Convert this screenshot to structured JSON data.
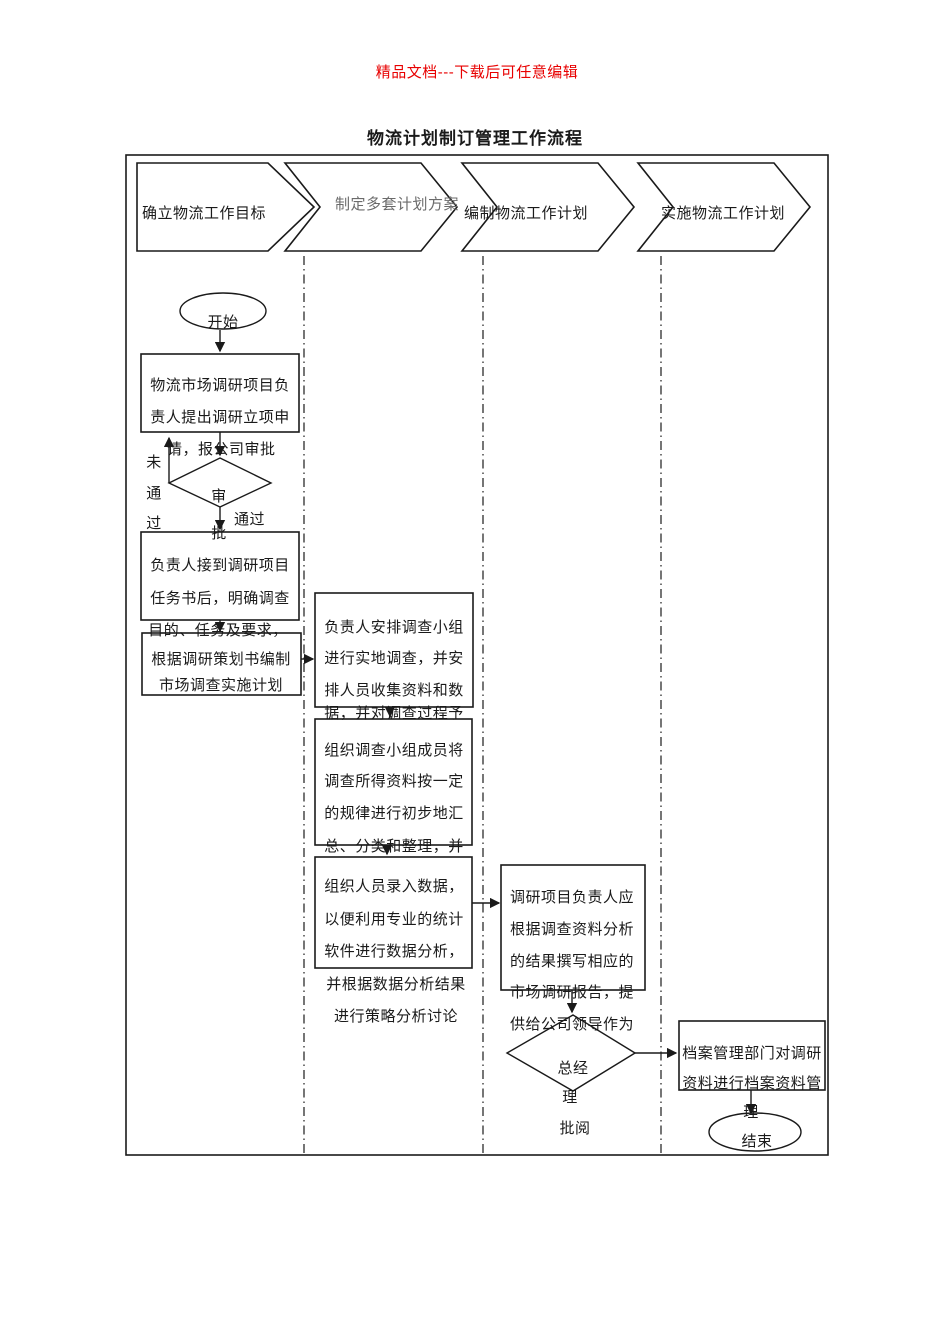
{
  "document": {
    "note": "精品文档---下载后可任意编辑",
    "title": "物流计划制订管理工作流程"
  },
  "colors": {
    "note_text": "#e80000",
    "muted_phase_text": "#6b6b6b",
    "ink": "#1a1a1a"
  },
  "phases": {
    "p1": "确立物流工作目标",
    "p2": "制定多套计划方案",
    "p3": "编制物流工作计划",
    "p4": "实施物流工作计划"
  },
  "flow": {
    "start_label": "开始",
    "end_label": "结束",
    "c1b1": [
      "物流市场调研项目负",
      "责人提出调研立项申",
      "请，报公司审批"
    ],
    "c1d": {
      "l1": "审",
      "l2": "批",
      "no1": "未",
      "no2": "通",
      "no3": "过",
      "yes": "通过"
    },
    "c1b2": [
      "负责人接到调研项目",
      "任务书后，明确调查",
      "目的、任务及要求，"
    ],
    "c1b3": [
      "根据调研策划书编制",
      "市场调查实施计划"
    ],
    "c2b1": [
      "负责人安排调查小组",
      "进行实地调查，并安",
      "排人员收集资料和数",
      "据，并对调查过程予"
    ],
    "c2b2": [
      "组织调查小组成员将",
      "调查所得资料按一定",
      "的规律进行初步地汇",
      "总、分类和整理，并"
    ],
    "c2b3": [
      "组织人员录入数据，",
      "以便利用专业的统计",
      "软件进行数据分析，",
      "并根据数据分析结果",
      "进行策略分析讨论"
    ],
    "c3b1": [
      "调研项目负责人应",
      "根据调查资料分析",
      "的结果撰写相应的",
      "市场调研报告，提",
      "供给公司领导作为"
    ],
    "c3d": [
      "总经",
      "理",
      "批阅"
    ],
    "c4b1": [
      "档案管理部门对调研",
      "资料进行档案资料管",
      "理"
    ]
  }
}
